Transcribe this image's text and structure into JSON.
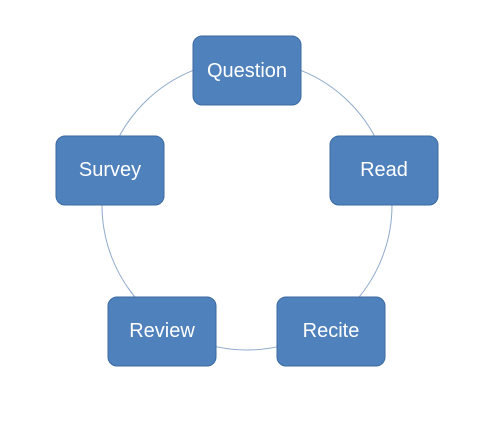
{
  "diagram": {
    "type": "cycle",
    "nodes": [
      {
        "label": "Question"
      },
      {
        "label": "Read"
      },
      {
        "label": "Recite"
      },
      {
        "label": "Review"
      },
      {
        "label": "Survey"
      }
    ],
    "colors": {
      "node_fill": "#4f81bd",
      "node_stroke": "#3b6aa0",
      "ring": "#8eaacb",
      "label": "#ffffff"
    }
  }
}
